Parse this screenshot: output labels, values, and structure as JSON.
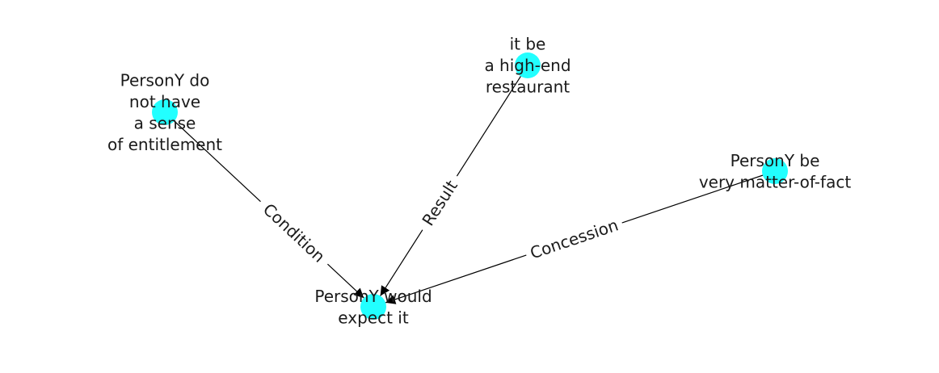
{
  "colors": {
    "node_fill": "#22ffff",
    "edge": "#000000",
    "text": "#1a1a1a",
    "background": "#ffffff"
  },
  "nodes": [
    {
      "id": "n1",
      "lines": [
        "PersonY do",
        "not have",
        "a sense",
        "of entitlement"
      ]
    },
    {
      "id": "n2",
      "lines": [
        "it be",
        "a high-end",
        "restaurant"
      ]
    },
    {
      "id": "n3",
      "lines": [
        "PersonY be",
        "very matter-of-fact"
      ]
    },
    {
      "id": "n4",
      "lines": [
        "PersonY would",
        "expect it"
      ]
    }
  ],
  "edges": [
    {
      "from": "n1",
      "to": "n4",
      "label": "Condition"
    },
    {
      "from": "n2",
      "to": "n4",
      "label": "Result"
    },
    {
      "from": "n3",
      "to": "n4",
      "label": "Concession"
    }
  ]
}
